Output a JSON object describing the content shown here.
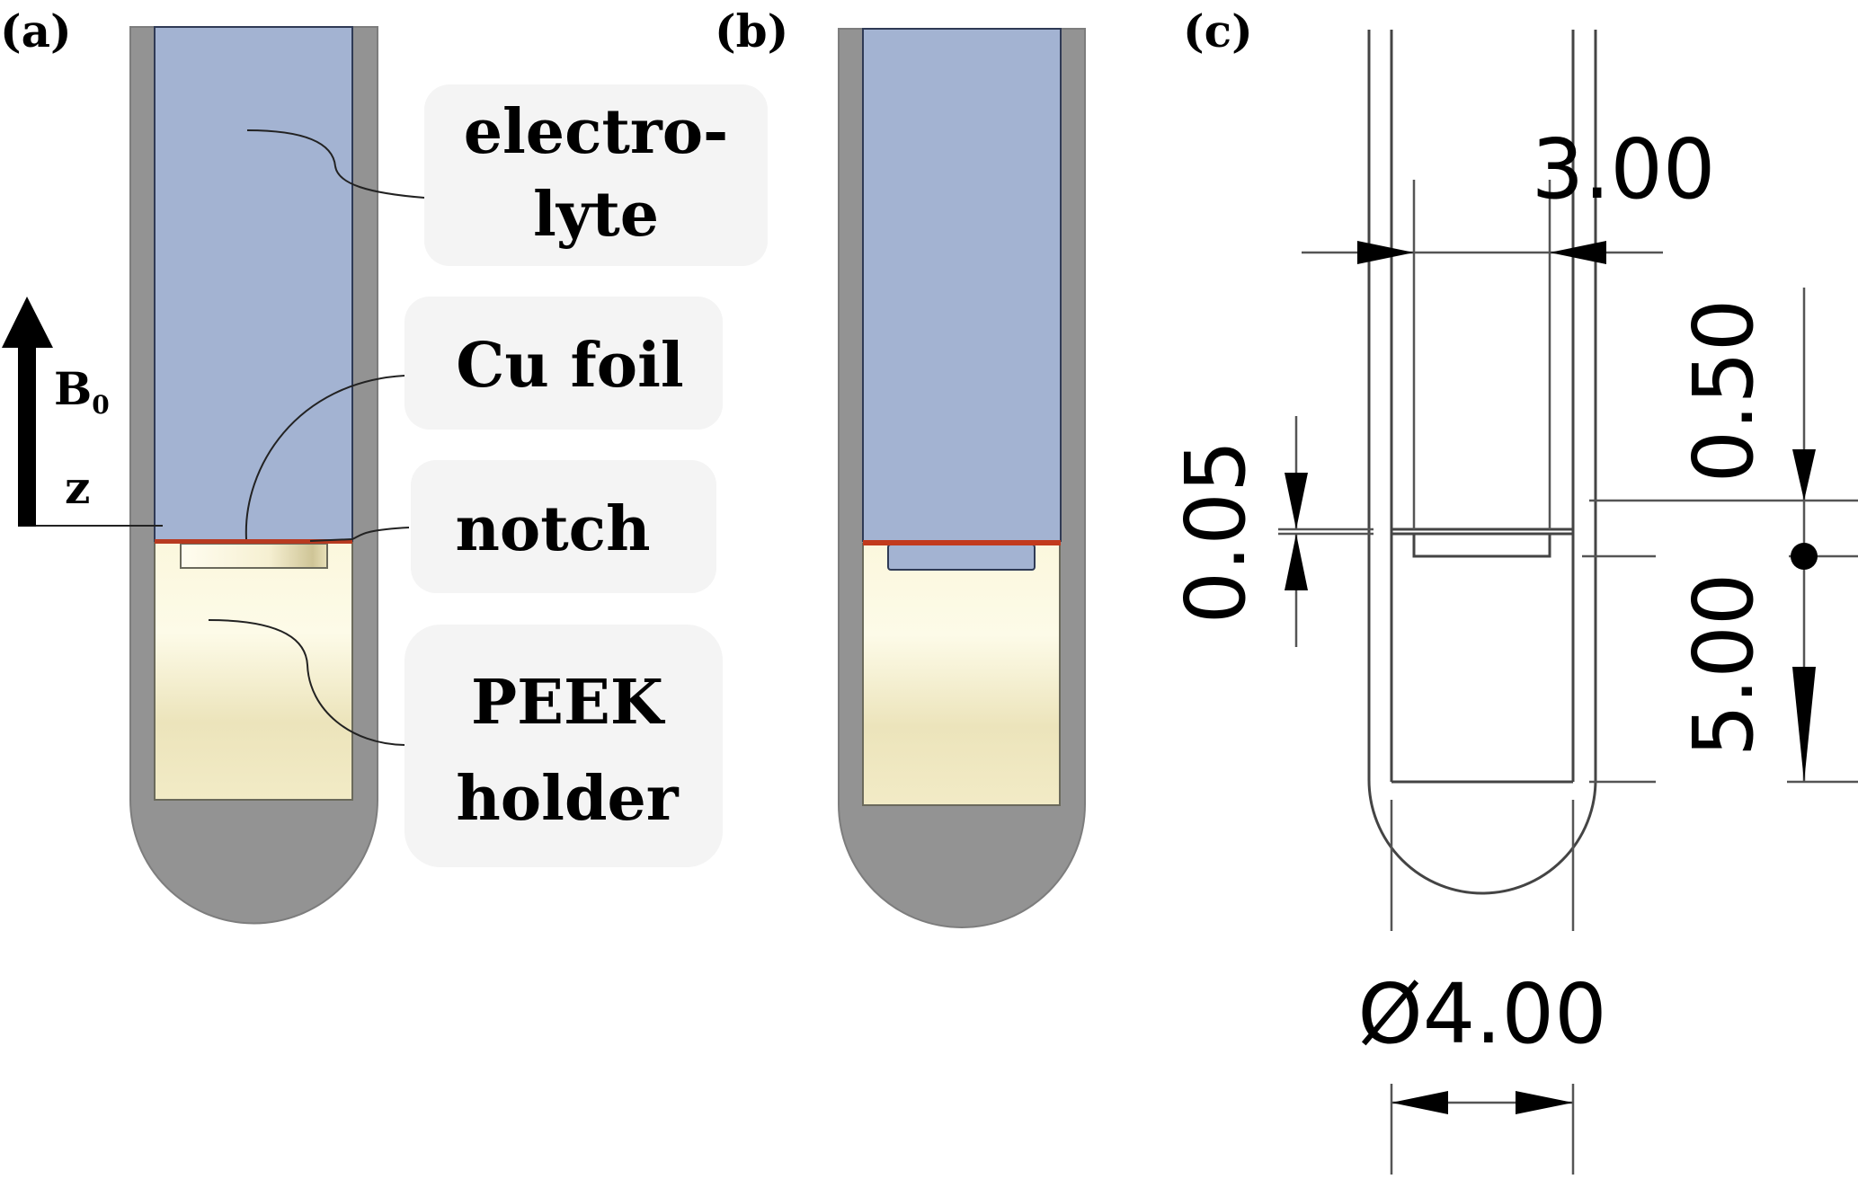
{
  "figure": {
    "panels": [
      {
        "id": "a",
        "label": "(a)"
      },
      {
        "id": "b",
        "label": "(b)"
      },
      {
        "id": "c",
        "label": "(c)"
      }
    ],
    "field_axis": {
      "field_label": "B",
      "field_subscript": "0",
      "axis_label": "z"
    },
    "callouts": {
      "electrolyte": {
        "lines": [
          "electro-",
          "lyte"
        ]
      },
      "cu_foil": {
        "lines": [
          "Cu foil"
        ]
      },
      "notch": {
        "lines": [
          "notch"
        ]
      },
      "peek_holder": {
        "lines": [
          "PEEK",
          "holder"
        ]
      }
    },
    "dimensions": {
      "width_top": "3.00",
      "notch_thickness": "0.05",
      "notch_depth": "0.50",
      "holder_depth": "5.00",
      "diameter": "Ø4.00"
    },
    "colors": {
      "tube_wall": "#939393",
      "electrolyte": "#a3b3d2",
      "cu_foil": "#b83a20",
      "peek": "#f4efc8",
      "callout_bg": "#f4f4f4"
    }
  }
}
